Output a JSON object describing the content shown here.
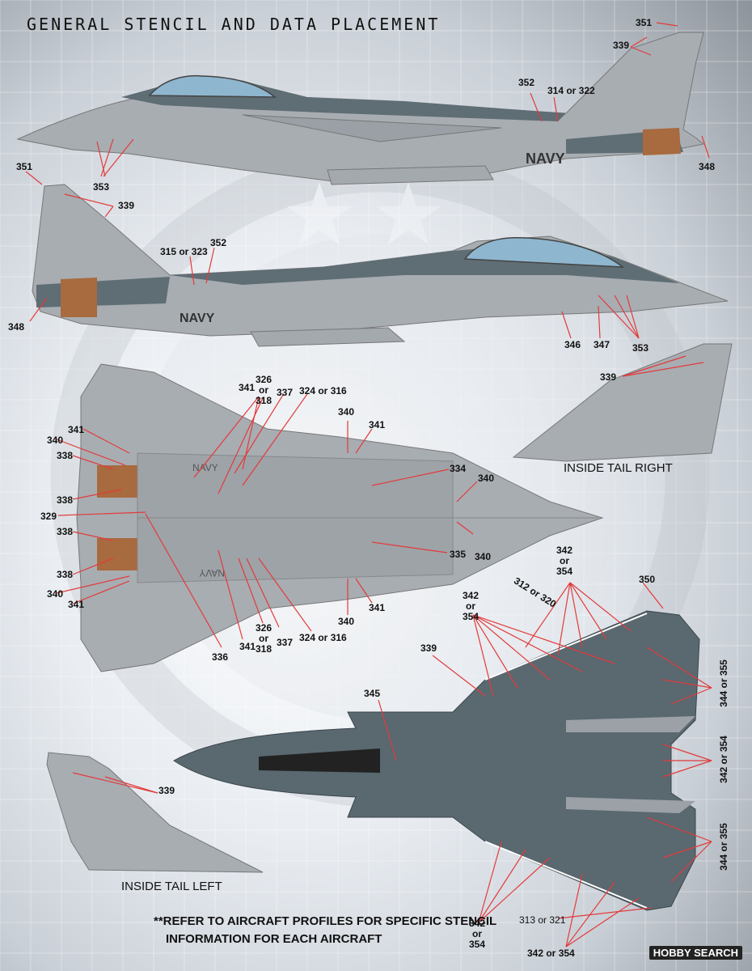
{
  "title": "GENERAL STENCIL AND DATA PLACEMENT",
  "captions": {
    "inside_tail_right": "INSIDE TAIL RIGHT",
    "inside_tail_left": "INSIDE TAIL LEFT",
    "navy": "NAVY"
  },
  "note": {
    "line1": "**REFER TO AIRCRAFT PROFILES FOR SPECIFIC STENCIL",
    "line2": "INFORMATION FOR EACH AIRCRAFT"
  },
  "watermark": "HOBBY SEARCH",
  "callouts": {
    "c351": "351",
    "c339": "339",
    "c352": "352",
    "c314_322": "314 or 322",
    "c353": "353",
    "c348": "348",
    "c315_323": "315 or 323",
    "c346": "346",
    "c347": "347",
    "c341": "341",
    "c326_318": "326\nor\n318",
    "c337": "337",
    "c324_316": "324 or 316",
    "c340": "340",
    "c338": "338",
    "c329": "329",
    "c334": "334",
    "c335": "335",
    "c336": "336",
    "c342_354": "342\nor\n354",
    "c342_354_inline": "342 or 354",
    "c350": "350",
    "c312_320": "312 or 320",
    "c345": "345",
    "c344_355": "344 or 355",
    "c313_321": "313 or 321"
  },
  "colors": {
    "light_gray": "#a7acb1",
    "dark_gray": "#5a6870",
    "red": "#e23b3b",
    "exhaust": "#a86a3f",
    "canopy": "#8fb6cf"
  }
}
